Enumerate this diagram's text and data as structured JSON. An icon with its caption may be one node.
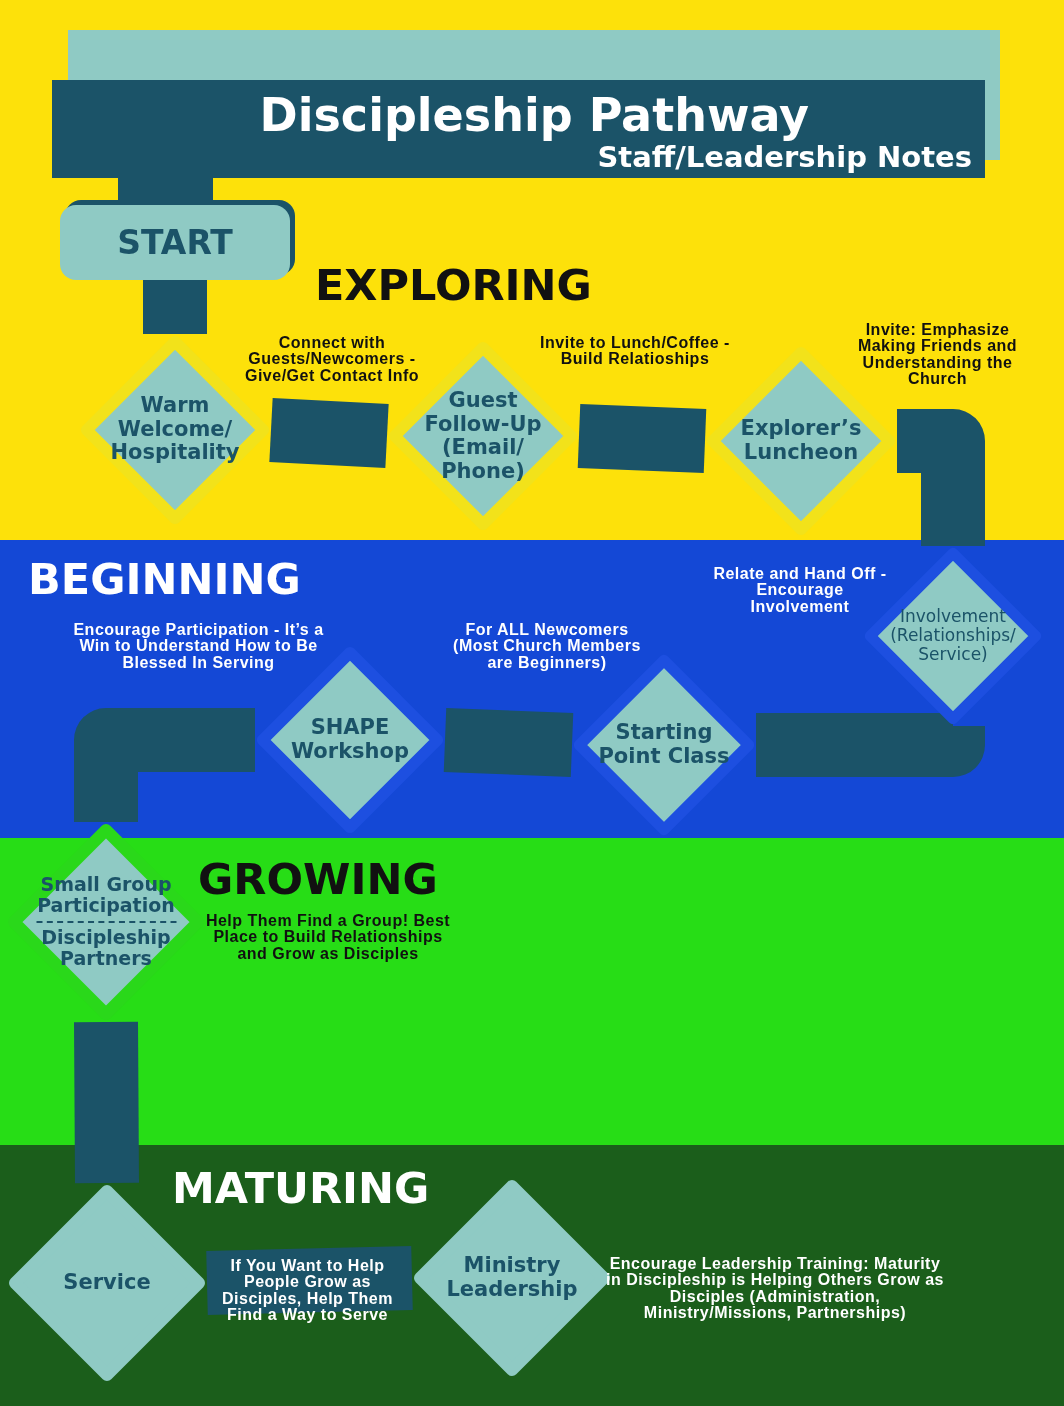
{
  "diagram": {
    "title": "Discipleship Pathway",
    "nodes": [
      {
        "text": [
          "EXPLORING"
        ]
      },
      {
        "text": [
          "START"
        ],
        "in": 0
      },
      {
        "text": [
          "Warm Welcome/ Hospitality"
        ],
        "in": 0
      },
      {
        "text": [
          "Guest Follow-Up (Email/ Phone)"
        ],
        "in": 0
      },
      {
        "text": [
          "Explorer’s Luncheon"
        ],
        "in": 0,
        "beside": [
          "Invite: Emphasize Making Friends and Understanding the Church"
        ]
      },
      {
        "text": [
          "BEGINNING"
        ]
      },
      {
        "text": [
          "Involvement (Relationships/ Service)"
        ],
        "in": 5,
        "beside": [
          "Relate and Hand Off - Encourage Involvement"
        ]
      },
      {
        "text": [
          "Starting Point Class"
        ],
        "in": 5,
        "beside": [
          "For ALL Newcomers (Most Church Members are Beginners)"
        ]
      },
      {
        "text": [
          "SHAPE Workshop"
        ],
        "in": 5,
        "beside": [
          "Encourage Participation - It’s a Win to Understand How to Be Blessed In Serving"
        ]
      },
      {
        "text": [
          "GROWING"
        ]
      },
      {
        "text": [
          "Small Group Participation",
          "Discipleship Partners"
        ],
        "in": 9,
        "beside": [
          "Help Them Find a Group! Best Place to Build Relationships and Grow as Disciples"
        ]
      },
      {
        "text": [
          "MATURING"
        ]
      },
      {
        "text": [
          "Service"
        ],
        "in": 11
      },
      {
        "text": [
          "Ministry Leadership"
        ],
        "in": 11,
        "beside": [
          "Encourage Leadership Training: Maturity in Discipleship is Helping Others Grow as Disciples (Administration, Ministry/Missions, Partnerships)"
        ]
      }
    ],
    "edges": [
      {
        "from": 1,
        "to": 2,
        "arrow": "none"
      },
      {
        "from": 2,
        "to": 3,
        "arrow": "none",
        "label": "Connect with Guests/Newcomers - Give/Get Contact Info"
      },
      {
        "from": 3,
        "to": 4,
        "arrow": "none",
        "label": "Invite to Lunch/Coffee - Build Relatioships"
      },
      {
        "from": 4,
        "to": 6,
        "arrow": "none"
      },
      {
        "from": 6,
        "to": 7,
        "arrow": "none"
      },
      {
        "from": 7,
        "to": 8,
        "arrow": "none"
      },
      {
        "from": 8,
        "to": 10,
        "arrow": "none"
      },
      {
        "from": 10,
        "to": 12,
        "arrow": "none"
      },
      {
        "from": 12,
        "to": 13,
        "arrow": "none",
        "label": "If You Want to Help People Grow as Disciples, Help Them Find a Way to Serve"
      }
    ],
    "labels": [
      "Staff/Leadership Notes"
    ]
  }
}
